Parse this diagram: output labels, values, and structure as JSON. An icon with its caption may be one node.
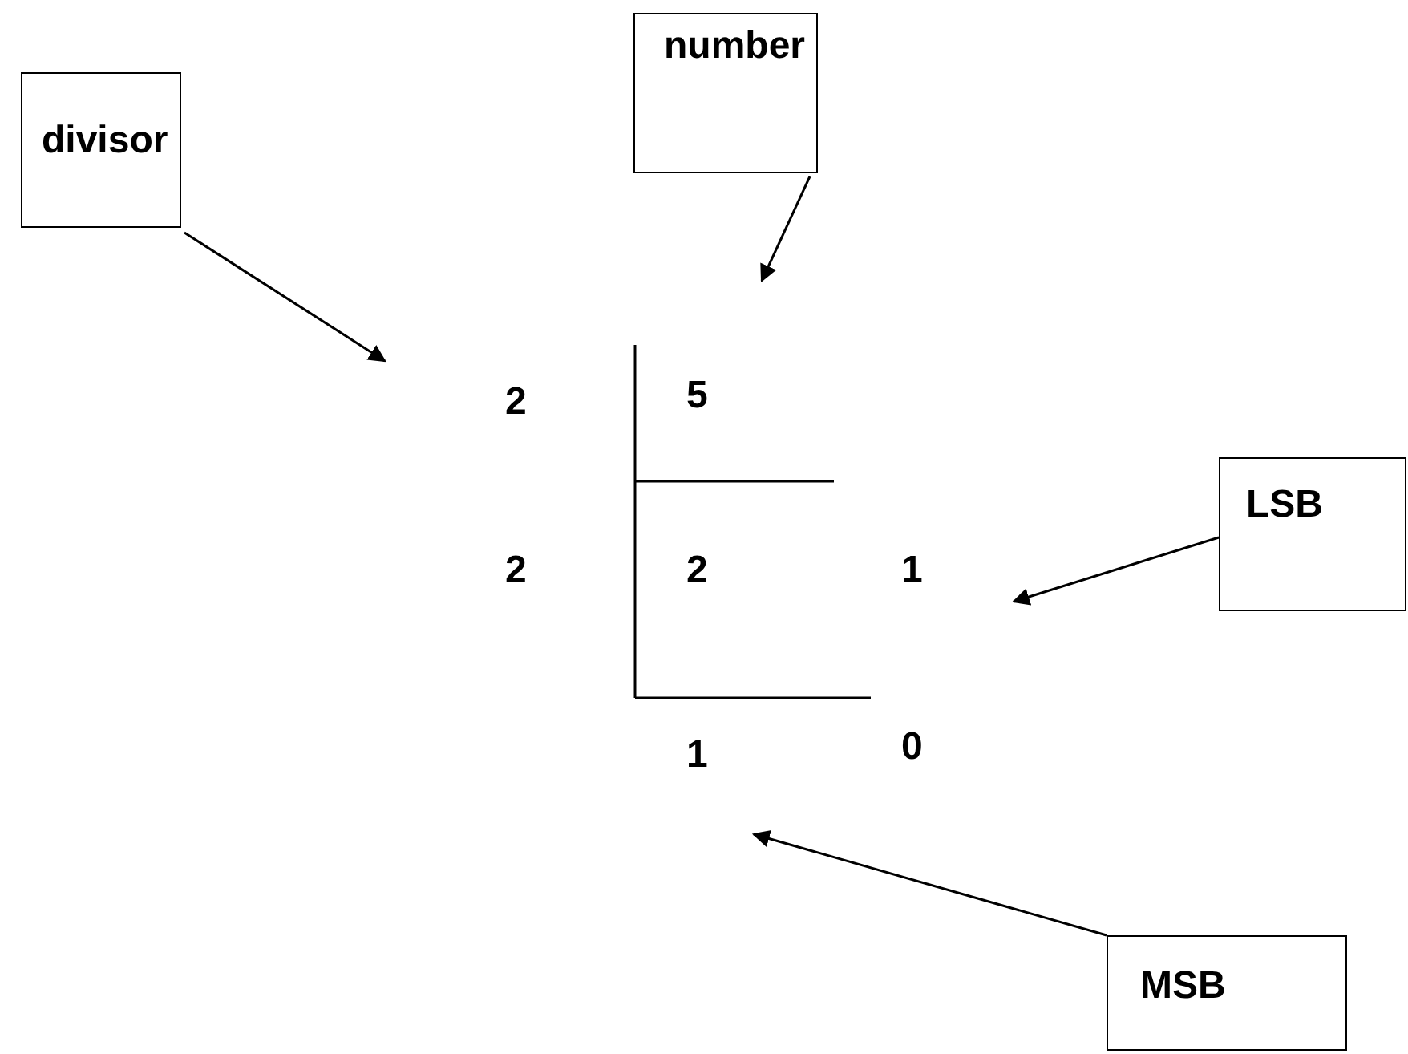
{
  "diagram": {
    "nodes": [
      {
        "text": [
          "divisor"
        ]
      },
      {
        "text": [
          "number"
        ]
      },
      {
        "text": [
          "2"
        ]
      },
      {
        "text": [
          "5"
        ]
      },
      {
        "text": [
          "LSB"
        ]
      },
      {
        "text": [
          "2"
        ]
      },
      {
        "text": [
          "2"
        ]
      },
      {
        "text": [
          "1"
        ]
      },
      {
        "text": [
          "1"
        ]
      },
      {
        "text": [
          "0"
        ]
      },
      {
        "text": [
          "MSB"
        ]
      }
    ],
    "edges": [
      {
        "from": 0,
        "to": 2,
        "arrow": "to"
      },
      {
        "from": 1,
        "to": 3,
        "arrow": "to"
      },
      {
        "from": 4,
        "to": 7,
        "arrow": "to"
      },
      {
        "from": 10,
        "to": 8,
        "arrow": "to"
      }
    ]
  }
}
